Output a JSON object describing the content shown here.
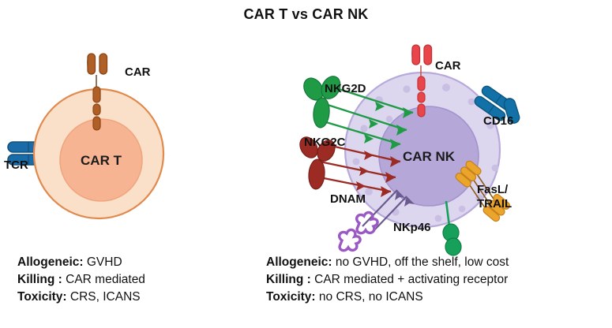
{
  "figure": {
    "title": "CAR T vs CAR NK",
    "background": "#ffffff"
  },
  "cart_cell": {
    "name": "CAR T",
    "nucleus_label": "CAR T",
    "membrane_fill": "#fbe0c9",
    "membrane_stroke": "#e08a4e",
    "nucleus_fill": "#f6b492",
    "nucleus_stroke": "#f0a57f",
    "receptors": [
      {
        "id": "car",
        "label": "CAR",
        "color": "#b05f26",
        "position": "top"
      },
      {
        "id": "tcr",
        "label": "TCR",
        "color": "#1a6ca8",
        "position": "left"
      }
    ]
  },
  "carnk_cell": {
    "name": "CAR NK",
    "nucleus_label": "CAR NK",
    "membrane_fill": "#ddd6ef",
    "membrane_stroke": "#b7aada",
    "nucleus_fill": "#b5a7d8",
    "nucleus_stroke": "#a294cc",
    "granule_fill": "#c9bfe3",
    "receptors": [
      {
        "id": "car",
        "label": "CAR",
        "color": "#e8464a",
        "position": "top"
      },
      {
        "id": "nkg2d",
        "label": "NKG2D",
        "color": "#1f9b46",
        "position": "upper-left"
      },
      {
        "id": "nkg2c",
        "label": "NKG2C",
        "color": "#9b2b23",
        "position": "left"
      },
      {
        "id": "dnam",
        "label": "DNAM",
        "color": "#9b59c4",
        "position": "lower-left"
      },
      {
        "id": "nkp46",
        "label": "NKp46",
        "color": "#17a05a",
        "position": "bottom"
      },
      {
        "id": "fasl_trail",
        "label": "FasL/",
        "label2": "TRAIL",
        "color": "#eba52c",
        "position": "lower-right"
      },
      {
        "id": "cd16",
        "label": "CD16",
        "color": "#1272a8",
        "position": "upper-right"
      }
    ]
  },
  "summary_left": {
    "rows": [
      {
        "key": "Allogeneic:",
        "value": " GVHD"
      },
      {
        "key": "Killing :",
        "value": " CAR mediated"
      },
      {
        "key": "Toxicity:",
        "value": " CRS, ICANS"
      }
    ]
  },
  "summary_right": {
    "rows": [
      {
        "key": "Allogeneic:",
        "value": " no GVHD, off the shelf, low cost"
      },
      {
        "key": "Killing :",
        "value": " CAR mediated + activating receptor"
      },
      {
        "key": "Toxicity:",
        "value": " no CRS, no ICANS"
      }
    ]
  }
}
